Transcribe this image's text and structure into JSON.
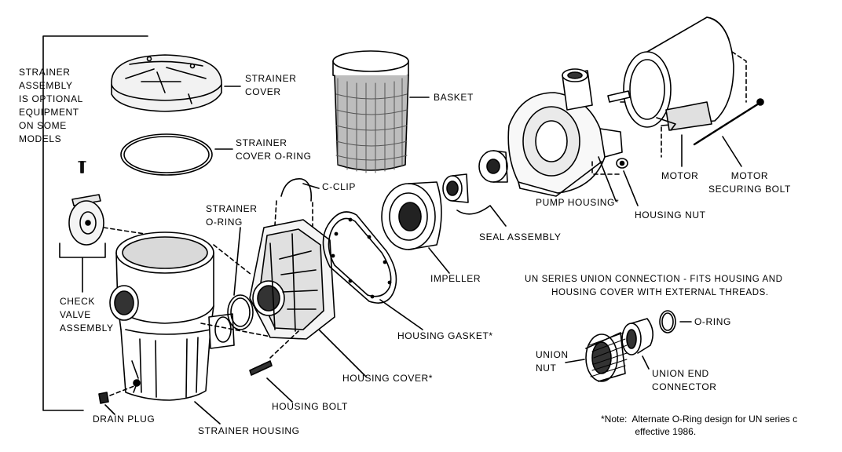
{
  "labels": {
    "strainer_assembly_note": "STRAINER\nASSEMBLY\nIS OPTIONAL\nEQUIPMENT\nON SOME\nMODELS",
    "strainer_cover": "STRAINER\nCOVER",
    "strainer_cover_oring": "STRAINER\nCOVER O-RING",
    "basket": "BASKET",
    "c_clip": "C-CLIP",
    "strainer_oring": "STRAINER\nO-RING",
    "check_valve_assembly": "CHECK\nVALVE\nASSEMBLY",
    "drain_plug": "DRAIN PLUG",
    "strainer_housing": "STRAINER HOUSING",
    "housing_bolt": "HOUSING BOLT",
    "housing_cover": "HOUSING COVER*",
    "housing_gasket": "HOUSING GASKET*",
    "impeller": "IMPELLER",
    "seal_assembly": "SEAL ASSEMBLY",
    "pump_housing": "PUMP HOUSING*",
    "housing_nut": "HOUSING NUT",
    "motor": "MOTOR",
    "motor_securing_bolt": "MOTOR\nSECURING BOLT",
    "un_series_union_connection": "UN SERIES UNION CONNECTION - FITS HOUSING AND\n         HOUSING COVER WITH EXTERNAL THREADS.",
    "o_ring": "O-RING",
    "union_nut": "UNION\nNUT",
    "union_end_connector": "UNION END\nCONNECTOR"
  },
  "footnote": "*Note:  Alternate O-Ring design for UN series c\n             effective 1986."
}
